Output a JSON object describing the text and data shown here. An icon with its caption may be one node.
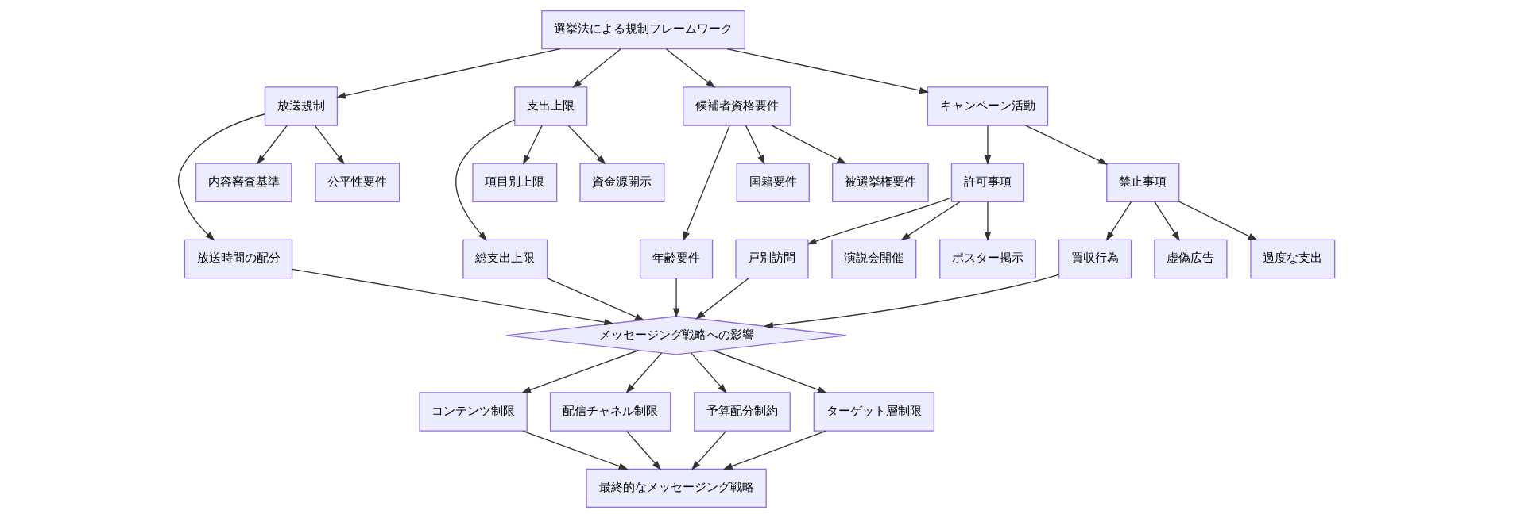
{
  "diagram": {
    "nodes": [
      {
        "text": [
          "選挙法による規制フレームワーク"
        ]
      },
      {
        "text": [
          "放送規制"
        ]
      },
      {
        "text": [
          "支出上限"
        ]
      },
      {
        "text": [
          "候補者資格要件"
        ]
      },
      {
        "text": [
          "キャンペーン活動"
        ]
      },
      {
        "text": [
          "許可事項"
        ]
      },
      {
        "text": [
          "禁止事項"
        ]
      },
      {
        "text": [
          "放送時間の配分"
        ]
      },
      {
        "text": [
          "内容審査基準"
        ]
      },
      {
        "text": [
          "公平性要件"
        ]
      },
      {
        "text": [
          "総支出上限"
        ]
      },
      {
        "text": [
          "項目別上限"
        ]
      },
      {
        "text": [
          "資金源開示"
        ]
      },
      {
        "text": [
          "年齢要件"
        ]
      },
      {
        "text": [
          "国籍要件"
        ]
      },
      {
        "text": [
          "被選挙権要件"
        ]
      },
      {
        "text": [
          "戸別訪問"
        ]
      },
      {
        "text": [
          "演説会開催"
        ]
      },
      {
        "text": [
          "ポスター掲示"
        ]
      },
      {
        "text": [
          "買収行為"
        ]
      },
      {
        "text": [
          "虚偽広告"
        ]
      },
      {
        "text": [
          "過度な支出"
        ]
      },
      {
        "text": [
          "メッセージング戦略への影響"
        ]
      },
      {
        "text": [
          "コンテンツ制限"
        ]
      },
      {
        "text": [
          "配信チャネル制限"
        ]
      },
      {
        "text": [
          "予算配分制約"
        ]
      },
      {
        "text": [
          "ターゲット層制限"
        ]
      },
      {
        "text": [
          "最終的なメッセージング戦略"
        ]
      }
    ],
    "edges": [
      {
        "from": 0,
        "to": 1,
        "arrow": "to"
      },
      {
        "from": 0,
        "to": 2,
        "arrow": "to"
      },
      {
        "from": 0,
        "to": 3,
        "arrow": "to"
      },
      {
        "from": 0,
        "to": 4,
        "arrow": "to"
      },
      {
        "from": 4,
        "to": 5,
        "arrow": "to"
      },
      {
        "from": 4,
        "to": 6,
        "arrow": "to"
      },
      {
        "from": 1,
        "to": 7,
        "arrow": "to"
      },
      {
        "from": 1,
        "to": 8,
        "arrow": "to"
      },
      {
        "from": 1,
        "to": 9,
        "arrow": "to"
      },
      {
        "from": 2,
        "to": 10,
        "arrow": "to"
      },
      {
        "from": 2,
        "to": 11,
        "arrow": "to"
      },
      {
        "from": 2,
        "to": 12,
        "arrow": "to"
      },
      {
        "from": 3,
        "to": 13,
        "arrow": "to"
      },
      {
        "from": 3,
        "to": 14,
        "arrow": "to"
      },
      {
        "from": 3,
        "to": 15,
        "arrow": "to"
      },
      {
        "from": 5,
        "to": 16,
        "arrow": "to"
      },
      {
        "from": 5,
        "to": 17,
        "arrow": "to"
      },
      {
        "from": 5,
        "to": 18,
        "arrow": "to"
      },
      {
        "from": 6,
        "to": 19,
        "arrow": "to"
      },
      {
        "from": 6,
        "to": 20,
        "arrow": "to"
      },
      {
        "from": 6,
        "to": 21,
        "arrow": "to"
      },
      {
        "from": 7,
        "to": 22,
        "arrow": "to"
      },
      {
        "from": 10,
        "to": 22,
        "arrow": "to"
      },
      {
        "from": 13,
        "to": 22,
        "arrow": "to"
      },
      {
        "from": 16,
        "to": 22,
        "arrow": "to"
      },
      {
        "from": 19,
        "to": 22,
        "arrow": "to"
      },
      {
        "from": 22,
        "to": 23,
        "arrow": "to"
      },
      {
        "from": 22,
        "to": 24,
        "arrow": "to"
      },
      {
        "from": 22,
        "to": 25,
        "arrow": "to"
      },
      {
        "from": 22,
        "to": 26,
        "arrow": "to"
      },
      {
        "from": 23,
        "to": 27,
        "arrow": "to"
      },
      {
        "from": 24,
        "to": 27,
        "arrow": "to"
      },
      {
        "from": 25,
        "to": 27,
        "arrow": "to"
      },
      {
        "from": 26,
        "to": 27,
        "arrow": "to"
      }
    ]
  }
}
